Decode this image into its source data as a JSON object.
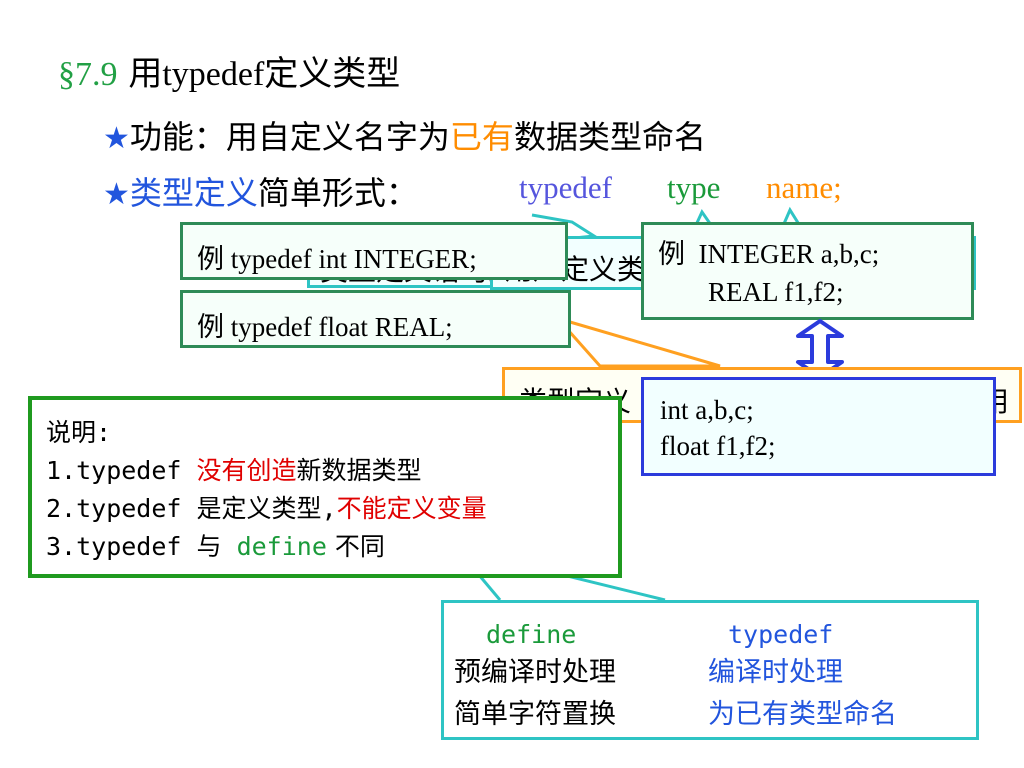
{
  "title": {
    "section": "§7.9",
    "prefix": "用",
    "keyword": "typedef",
    "suffix": "定义类型"
  },
  "bullet1": {
    "star": "★",
    "label": "功能：用自定义名字为",
    "highlight": "已有",
    "rest": "数据类型命名"
  },
  "bullet2": {
    "star": "★",
    "label": "类型定义",
    "rest": "简单形式：",
    "kw_typedef": "typedef",
    "kw_type": "type",
    "kw_name": "name;"
  },
  "ex1": {
    "prefix": "例",
    "code": "typedef  int  INTEGER;"
  },
  "ex2": {
    "prefix": "例",
    "code": "typedef  float    REAL;"
  },
  "callout_keyword": {
    "text": "类型定义语句关键字"
  },
  "callout_name": {
    "text": "用户定义类型名"
  },
  "usage": {
    "prefix": "例",
    "line1": "INTEGER   a,b,c;",
    "line2": "REAL    f1,f2;"
  },
  "equiv": {
    "line1": "int   a,b,c;",
    "line2": "float    f1,f2;"
  },
  "callout_orange": {
    "text1": "类型定义",
    "text2": "用"
  },
  "notes": {
    "heading": "说明:",
    "item1_prefix": "1.typedef ",
    "item1_red": "没有创造",
    "item1_rest": "新数据类型",
    "item2_prefix": "2.typedef 是定义类型,",
    "item2_red": "不能定义变量",
    "item3_prefix": "3.typedef 与 ",
    "item3_green": "define",
    "item3_rest": " 不同"
  },
  "compare": {
    "col1_head": "define",
    "col2_head": "typedef",
    "col1_row1": "预编译时处理",
    "col2_row1": "编译时处理",
    "col1_row2": "简单字符置换",
    "col2_row2": "为已有类型命名"
  },
  "colors": {
    "section_green": "#22a045",
    "star_blue": "#2255dd",
    "orange": "#ff8c00",
    "red": "#e00000",
    "teal_border": "#2ec4c4",
    "dark_green_border": "#2e8b57",
    "blue_border": "#2b3bdc",
    "orange_border": "#ffa020"
  },
  "icons": [
    "star-bullet-icon",
    "double-arrow-icon"
  ]
}
